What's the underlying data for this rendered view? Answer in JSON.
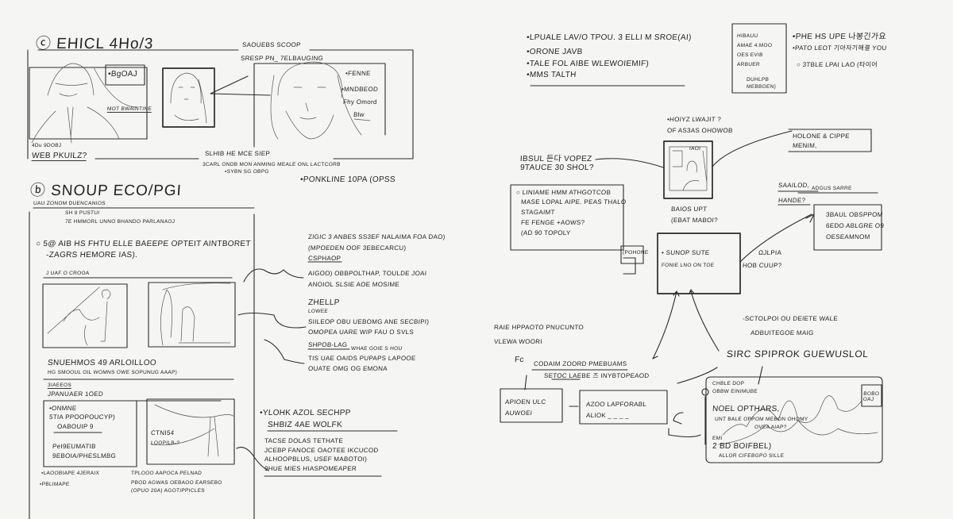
{
  "section_a": {
    "title": "ⓒ EHICL 4Ho/3",
    "frame1_label": "•BgOAJ",
    "frame1_note": "MOT BWAINTINE",
    "caption1": "4Du 9DOBJ",
    "caption2": "WEB PKUILZ?",
    "scope_title": "SAOUEBS SCOOP",
    "scope_sub": "SRESP PN_ 7ELBAUGING",
    "face_notes": [
      "•FENNE",
      "•MNDBEOD",
      "Fhy Omord",
      "Blw"
    ],
    "bottom_notes": [
      "SLHIB HE  MCE SIEP",
      "3CARL ONDB MON ANMING MEALE ONL LACTCORB",
      "•SYBN SG OBPG",
      "•PONKLINE  10PA (OPSS"
    ]
  },
  "section_b": {
    "title": "ⓑ SNOUP ECO/PGI",
    "header": "UAU ZONOM DUENCANIOS",
    "sub": [
      "SH 9 PUSTUI",
      "7E HMMORL UNNO BHANDO PARLANAOJ"
    ],
    "bullet": [
      "○  5@ AIB HS FHTU ELLE BAEEPE OPTEIT AINTBORET",
      "-ZAGRS HEMORE IAS)."
    ],
    "row1_label": "J UAF O CROOA",
    "row1_caption": [
      "SNUEHMOS 49 ARLOILLOO",
      "HG SMOOUL OIL WOMNS OWE SOPUNUG AAAP)"
    ],
    "row2_label": [
      "3IAEEOS",
      "JPANUAER 1OED"
    ],
    "box5": [
      "•ONMNE",
      "5TIA PPOOPOUCYP)",
      "OABOUIP 9",
      "PeI9EUMATIB",
      "9EBOIA/PHESLMBG"
    ],
    "box6": [
      "CTNI54",
      "LOOPILB-?"
    ],
    "footer": [
      "•LAOOBIAPE 4JERAIX",
      "•PBLIMAPE",
      "TPLOOO AAPOCA PELNAD",
      "PBOD AGWAS OEBAOO EARSEBO",
      "(OPUO 20A) AGOTIPPICLES"
    ]
  },
  "middle_notes": {
    "block1": [
      "ZIGIC 3 ANBES SS3EF NALAIMA FOA DAO)",
      "(MPOEDEN OOF 3EBECARCU)",
      "CSPHAOP",
      "AIGOO) OBBPOLTHAP, TOULDE JOAI",
      "ANOIOL SLSIE AOE MOSIME"
    ],
    "block2": [
      "ZHELLP",
      "LOWEE",
      "SIILEOP OBU UEBOMG ANE SECBIPI)",
      "OMOPEA UARE WIP FAU O SVLS"
    ],
    "block3": [
      "SHPOB-LAG",
      "WHAE GOIE S HOU",
      "TIS UAE OAIDS PUPAPS LAPOOE",
      "OUATE OMG OG EMONA"
    ],
    "block4": [
      "•YLOHK AZOL SECHPP",
      "SHBIZ 4AE WOLFK",
      "TACSE DOLAS TETHATE",
      "JCEBP FANOCE OAOTEE IKCUCOD",
      "ALHOOPBLUS, USEF MABOTOI)",
      "9HUE MIES HIASPOMEAPER"
    ]
  },
  "right": {
    "top_list": [
      "•LPUALE LAV/O TPOU. 3 ELLI M SROE(AI)",
      "•ORONE JAVB",
      "•TALE FOL AIBE WLEWOIEMIF)",
      "•MMS TALTH"
    ],
    "card": [
      "HIBAUU",
      "AMAE 4.MOO",
      "OES EVIB",
      "ARBUER",
      "DUHLPB",
      "MEBBOEN)"
    ],
    "korean_list": [
      "•PHE HS UPE 나봉긴가요",
      "•PATO LEOT 기아자기해결 YOU",
      "○ 3TBLE LPAI LAO (타이어"
    ],
    "monitor_caption": [
      "•HOIYZ LWAJIT ?",
      "OF AS3AS OHOWOB"
    ],
    "monitor_badge": "IAOI",
    "hologram_box": [
      "HOLONE & CIPPE",
      "MENIM,"
    ],
    "question": [
      "IBSUL 든다 VOPEZ",
      "9TAUCE 30 SHOL?"
    ],
    "left_box": [
      "○ LINIAME HMM ATHGOTCOB",
      "MASE LOPAL AIPE. PEAS THALO",
      "STAGAIMT",
      "FE FENGE +AOWS?",
      "(AD 90 TOPOLY"
    ],
    "phone_tab": "(POHONE",
    "center_caption": [
      "BAIOS UPT",
      "(EBAT MABOI?"
    ],
    "center_box": [
      "• SUNOP SUTE",
      "FONIE LNO ON TOE"
    ],
    "center_side": [
      "ΩJLPIA",
      "HOB CUUP?"
    ],
    "right_question": [
      "SAAILOD,",
      "ADGUS SARRE",
      "HANDE?"
    ],
    "right_box": [
      "3BAUL OBSPPOM",
      "6EDO ABLGRE O9",
      "OESEAMNOM"
    ],
    "scroll_note": [
      "-SCTOLPOI OU DEIETE WALE",
      "ADBUITEGOE MAIG"
    ],
    "flow_note": [
      "RAIE HPPAOTO PNUCUNTO",
      "VLEWA WOORI"
    ],
    "flow_title": [
      "Fc",
      "CODAIM ZOORD PMEBUAMS",
      "SETOC LAEBE 즈 INYBTOPEAOD"
    ],
    "flow_box1": [
      "APIOEN ULC",
      "AUWOEI"
    ],
    "flow_box2": [
      "AZOO LAPFORABL",
      "ALIOK _ _ _ _"
    ],
    "graph_title": "SIRC SPIPROK GUEWUSLOL",
    "graph_box": [
      "CHBLE DOP",
      "OBBW EINIMUBE",
      "NOEL OPTHARS,",
      "UNT BALE OPPOM MEBON OHOMY",
      "OVEA AIAP?",
      "EMI",
      "2 BD BOIFBEL)",
      "ALLOR CIFEBGPO SILLE"
    ],
    "graph_badge": "BOBO OAJ"
  }
}
